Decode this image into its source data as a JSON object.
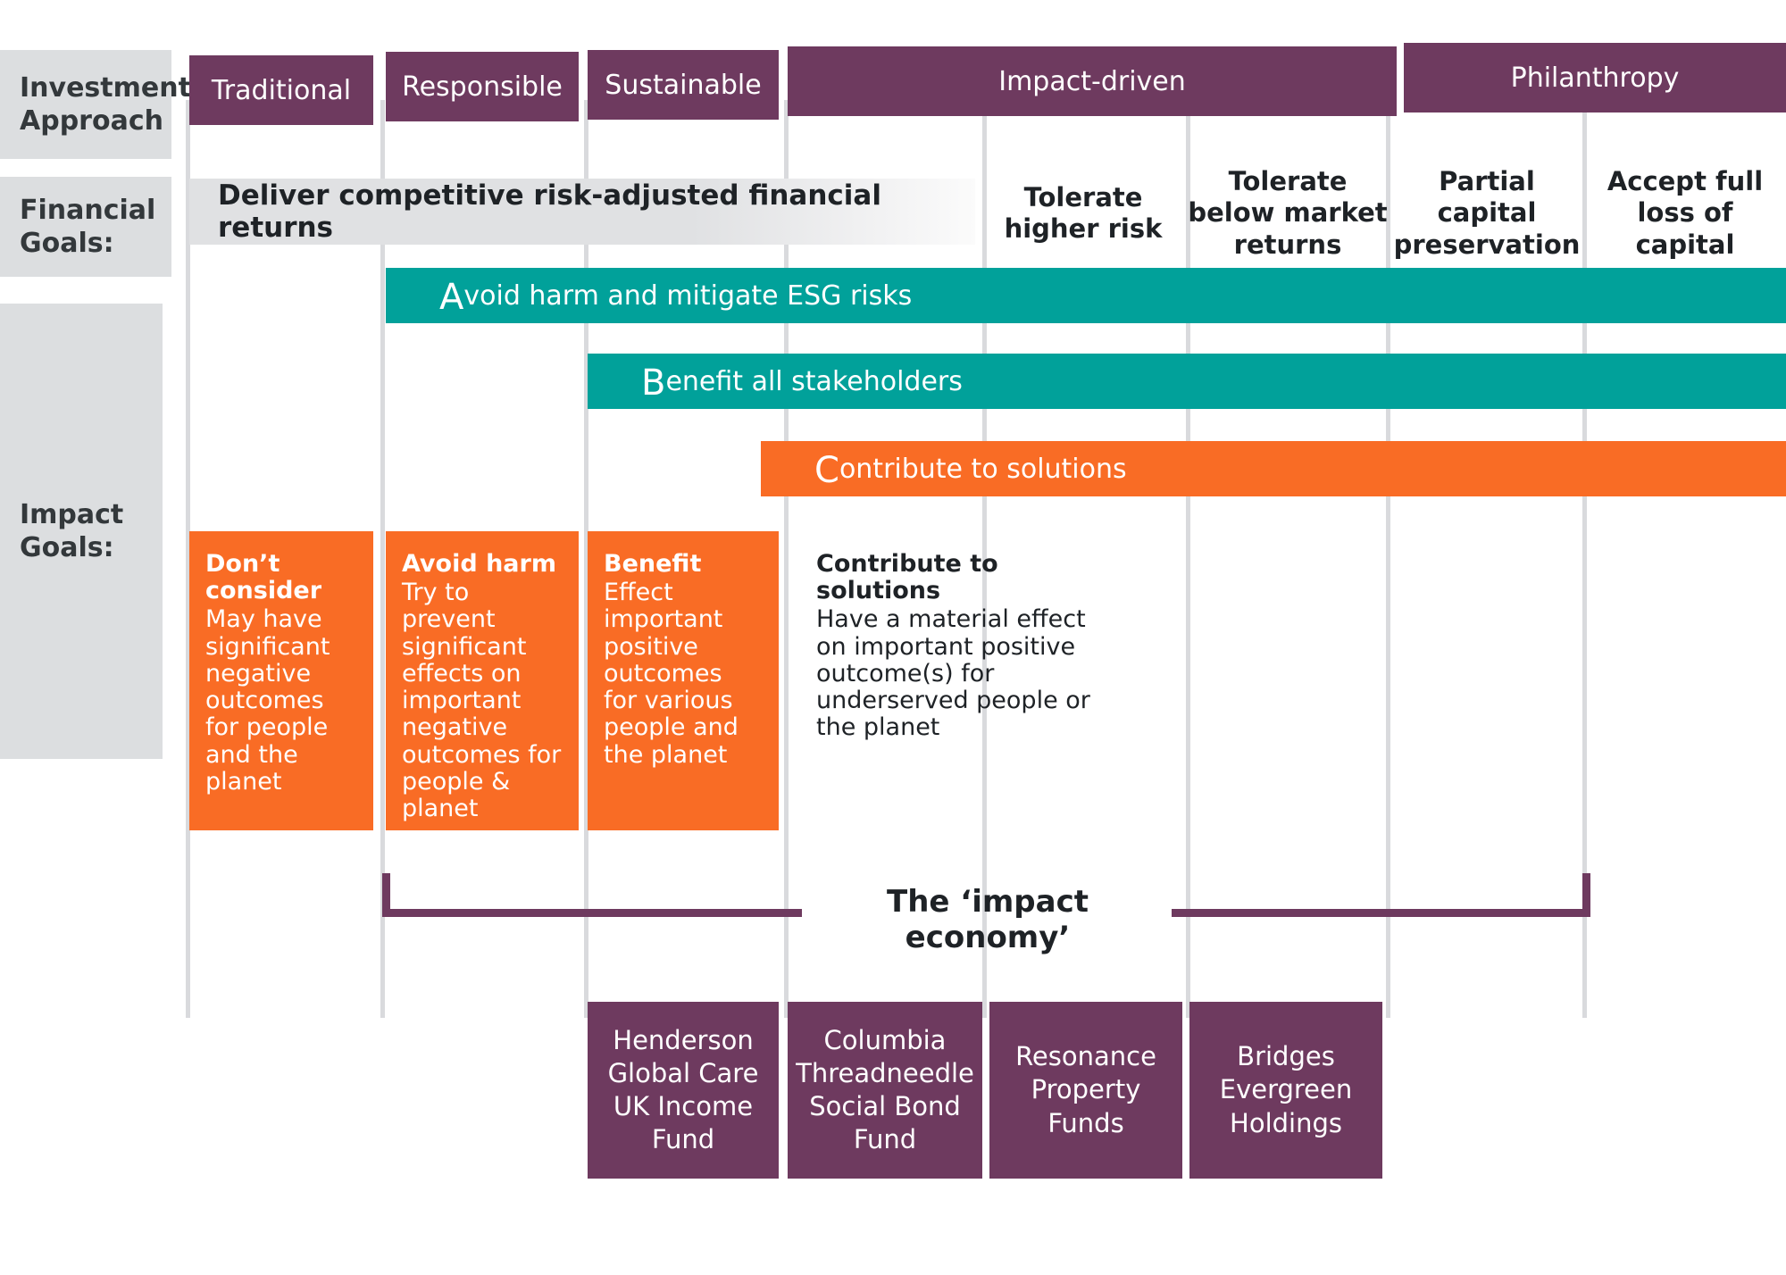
{
  "row_labels": {
    "investment_approach": "Investment Approach",
    "financial_goals": "Financial Goals:",
    "impact_goals": "Impact Goals:"
  },
  "approaches": [
    {
      "label": "Traditional"
    },
    {
      "label": "Responsible"
    },
    {
      "label": "Sustainable"
    },
    {
      "label": "Impact-driven"
    },
    {
      "label": "Philanthropy"
    }
  ],
  "financial_goals": {
    "primary": "Deliver competitive risk-adjusted financial returns",
    "cells": [
      {
        "label": "Tolerate higher risk"
      },
      {
        "label": "Tolerate below market returns"
      },
      {
        "label": "Partial capital preservation"
      },
      {
        "label": "Accept full loss of capital"
      }
    ]
  },
  "abc_bars": [
    {
      "cap": "A",
      "rest": "void harm and mitigate ESG risks",
      "color": "#01a19a"
    },
    {
      "cap": "B",
      "rest": "enefit all stakeholders",
      "color": "#01a19a"
    },
    {
      "cap": "C",
      "rest": "ontribute to solutions",
      "color": "#f96c25"
    }
  ],
  "impact_cards": [
    {
      "title": "Don’t consider",
      "body": "May have significant negative outcomes for people and the planet"
    },
    {
      "title": "Avoid harm",
      "body": "Try to prevent significant effects on important negative outcomes for people & planet"
    },
    {
      "title": "Benefit",
      "body": "Effect important positive outcomes for various people and the planet"
    },
    {
      "title": "Contribute to solutions",
      "body": "Have a material effect on important positive outcome(s) for underserved people or the planet"
    }
  ],
  "impact_economy": {
    "label": "The ‘impact economy’"
  },
  "funds": [
    {
      "name": "Henderson Global Care UK Income Fund"
    },
    {
      "name": "Columbia Threadneedle Social Bond Fund"
    },
    {
      "name": "Resonance Property Funds"
    },
    {
      "name": "Bridges Evergreen Holdings"
    }
  ],
  "colors": {
    "plum": "#6e3a5f",
    "teal": "#01a19a",
    "orange": "#f96c25",
    "grey_band": "#dcdee0",
    "gridline": "#d9dadd"
  }
}
